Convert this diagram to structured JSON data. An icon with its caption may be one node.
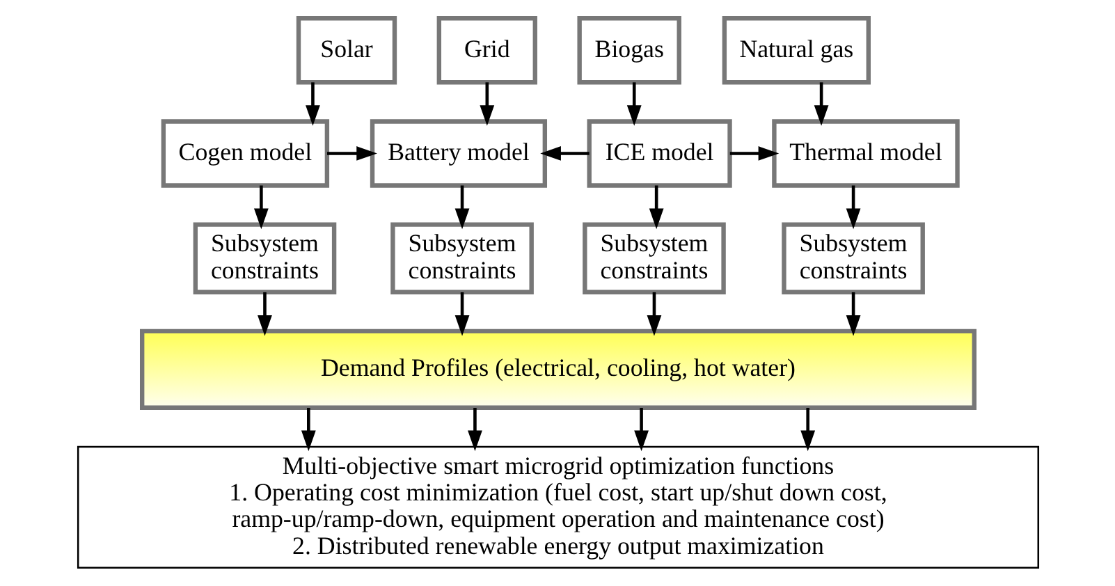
{
  "diagram": {
    "nodes": [
      {
        "text": [
          "Solar"
        ]
      },
      {
        "text": [
          "Grid"
        ]
      },
      {
        "text": [
          "Biogas"
        ]
      },
      {
        "text": [
          "Natural gas"
        ]
      },
      {
        "text": [
          "Cogen model"
        ]
      },
      {
        "text": [
          "Battery model"
        ]
      },
      {
        "text": [
          "ICE model"
        ]
      },
      {
        "text": [
          "Thermal model"
        ]
      },
      {
        "text": [
          "Subsystem constraints"
        ]
      },
      {
        "text": [
          "Subsystem constraints"
        ]
      },
      {
        "text": [
          "Subsystem constraints"
        ]
      },
      {
        "text": [
          "Subsystem constraints"
        ]
      },
      {
        "text": [
          "Demand Profiles (electrical, cooling, hot water)"
        ]
      },
      {
        "text": [
          "Multi-objective smart microgrid optimization functions",
          "1. Operating cost minimization (fuel cost, start up/shut down cost, ramp-up/ramp-down, equipment operation and maintenance cost)",
          "2. Distributed renewable energy output maximization"
        ]
      }
    ],
    "edges": [
      {
        "from": 0,
        "to": 4,
        "arrow": "to"
      },
      {
        "from": 1,
        "to": 5,
        "arrow": "to"
      },
      {
        "from": 2,
        "to": 6,
        "arrow": "to"
      },
      {
        "from": 3,
        "to": 7,
        "arrow": "to"
      },
      {
        "from": 4,
        "to": 5,
        "arrow": "to"
      },
      {
        "from": 6,
        "to": 5,
        "arrow": "to"
      },
      {
        "from": 6,
        "to": 7,
        "arrow": "to"
      },
      {
        "from": 4,
        "to": 8,
        "arrow": "to"
      },
      {
        "from": 5,
        "to": 9,
        "arrow": "to"
      },
      {
        "from": 6,
        "to": 10,
        "arrow": "to"
      },
      {
        "from": 7,
        "to": 11,
        "arrow": "to"
      },
      {
        "from": 8,
        "to": 12,
        "arrow": "to"
      },
      {
        "from": 9,
        "to": 12,
        "arrow": "to"
      },
      {
        "from": 10,
        "to": 12,
        "arrow": "to"
      },
      {
        "from": 11,
        "to": 12,
        "arrow": "to"
      },
      {
        "from": 12,
        "to": 13,
        "arrow": "to"
      },
      {
        "from": 12,
        "to": 13,
        "arrow": "to"
      },
      {
        "from": 12,
        "to": 13,
        "arrow": "to"
      },
      {
        "from": 12,
        "to": 13,
        "arrow": "to"
      }
    ]
  }
}
